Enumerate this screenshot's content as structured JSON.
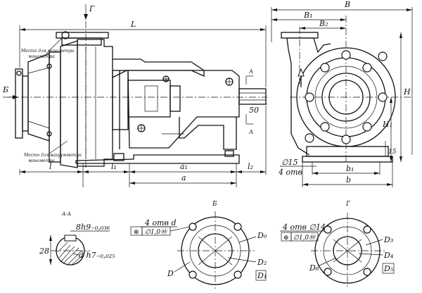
{
  "labels": {
    "view_arrow_g": "Г",
    "view_arrow_b": "Б",
    "arrow_a_top": "А",
    "arrow_a_bottom": "А",
    "dim_L": "L",
    "dim_B": "B",
    "dim_B1": "B₁",
    "dim_B2": "B₂",
    "dim_H": "H",
    "dim_H1": "H₁",
    "dim_l": "l",
    "dim_l1": "l₁",
    "dim_l2": "l₂",
    "dim_a": "a",
    "dim_a1": "a₁",
    "dim_b": "b",
    "dim_b1": "b₁",
    "dim_50": "50",
    "dim_15": "15",
    "dim_hole": "∅15",
    "dim_4holes": "4 отв",
    "note_discharge_gauge": "Место для манометра",
    "note_discharge_gauge_2": "манометра",
    "note_suction_gauge": "Место для вакуумметра",
    "note_suction_gauge_2": "манометра",
    "section_title": "А-А",
    "shaft_key": "8h9₋₀,₀₃₆",
    "shaft_28": "28",
    "shaft_d": "d h7₋₀,₀₂₅",
    "view_b_title": "Б",
    "view_b_holes": "4 отв d",
    "view_b_tol": "∅1,0Ⓜ",
    "view_b_D": "D",
    "view_b_D0": "D₀",
    "view_b_D2": "D₂",
    "view_b_D1": "D₁",
    "view_g_title": "Г",
    "view_g_holes": "4 отв ∅14",
    "view_g_tol": "∅1,0Ⓜ",
    "view_g_D3": "D₃",
    "view_g_D4": "D₄",
    "view_g_D5": "D₅",
    "view_g_D6": "D₆"
  }
}
